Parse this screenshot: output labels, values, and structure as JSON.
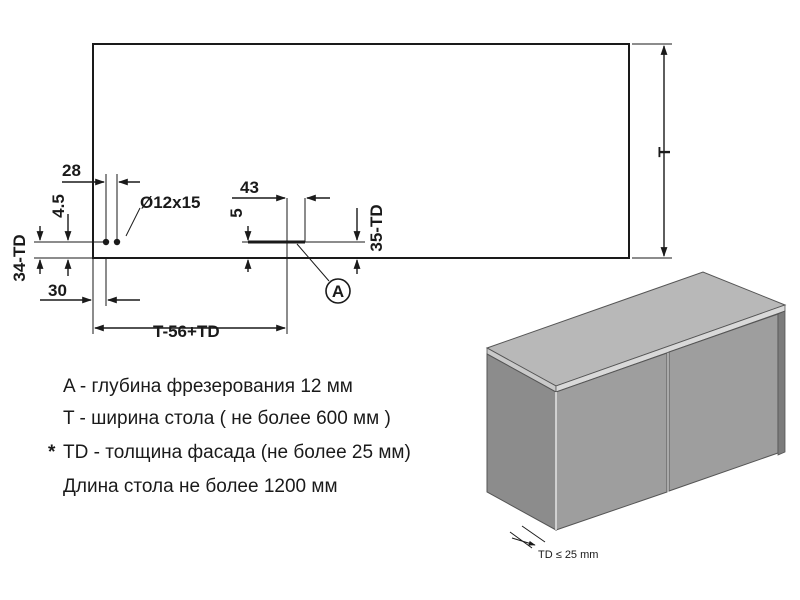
{
  "dimensions": {
    "d28": "28",
    "d45": "4.5",
    "hole": "Ø12x15",
    "d43": "43",
    "d5": "5",
    "d35td": "35-TD",
    "d34td": "34-TD",
    "d30": "30",
    "t56td": "T-56+TD",
    "t": "T",
    "marker_a": "A"
  },
  "notes": {
    "line1": "A - глубина фрезерования 12 мм",
    "line2": "T - ширина стола ( не более 600 мм )",
    "line3_star": "*",
    "line3": "TD - толщина фасада  (не более 25 мм)",
    "line4": "Длина стола не более 1200 мм"
  },
  "cabinet": {
    "td_label": "TD ≤ 25 mm"
  },
  "colors": {
    "ink": "#1a1a1a",
    "top": "#b8b8b8",
    "front": "#9e9e9e",
    "side": "#8c8c8c",
    "edge": "#d9d9d9"
  }
}
